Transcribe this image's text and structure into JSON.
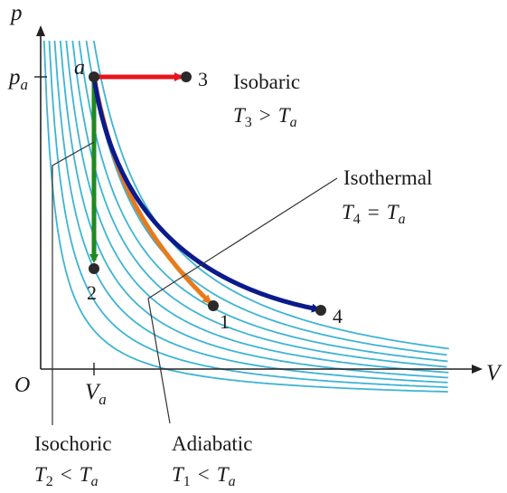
{
  "axes": {
    "y_label": "p",
    "x_label": "V",
    "origin_label": "O",
    "pa_label": "p",
    "pa_sub": "a",
    "va_label": "V",
    "va_sub": "a"
  },
  "points": {
    "a": "a",
    "p1": "1",
    "p2": "2",
    "p3": "3",
    "p4": "4"
  },
  "processes": {
    "isobaric": {
      "name": "Isobaric",
      "rel_T": "T",
      "rel_sub_left": "3",
      "rel_op": ">",
      "rel_T2": "T",
      "rel_sub_right": "a",
      "color": "#e8141c"
    },
    "isothermal": {
      "name": "Isothermal",
      "rel_T": "T",
      "rel_sub_left": "4",
      "rel_op": "=",
      "rel_T2": "T",
      "rel_sub_right": "a",
      "color": "#0b1a8c"
    },
    "isochoric": {
      "name": "Isochoric",
      "rel_T": "T",
      "rel_sub_left": "2",
      "rel_op": "<",
      "rel_T2": "T",
      "rel_sub_right": "a",
      "color": "#1f8a1f"
    },
    "adiabatic": {
      "name": "Adiabatic",
      "rel_T": "T",
      "rel_sub_left": "1",
      "rel_op": "<",
      "rel_T2": "T",
      "rel_sub_right": "a",
      "color": "#e87a1c"
    }
  },
  "colors": {
    "isotherm_lines": "#3fb4d4",
    "axis": "#222222",
    "point": "#2a2a2a"
  }
}
